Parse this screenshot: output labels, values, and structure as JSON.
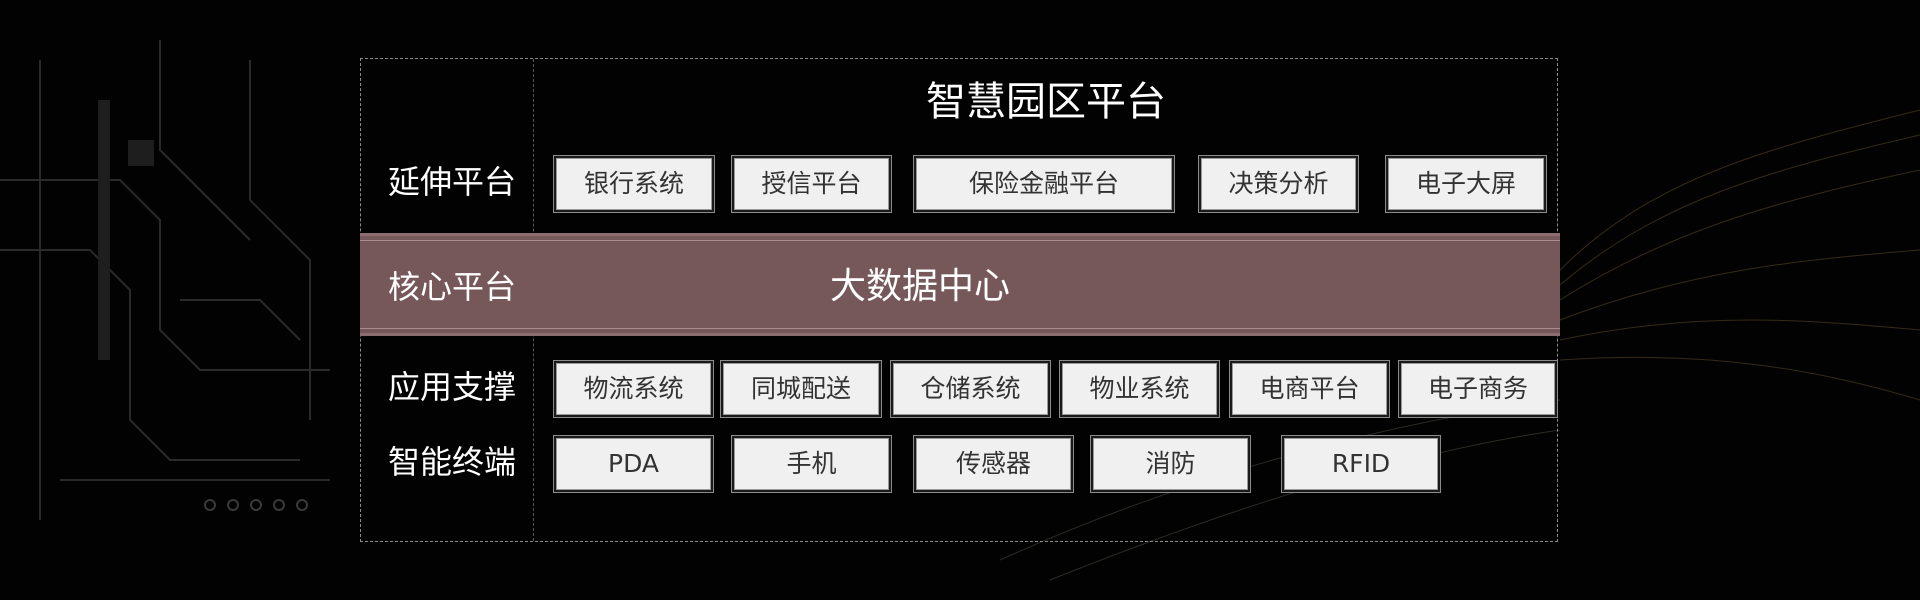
{
  "title": "智慧园区平台",
  "rows": {
    "extension": {
      "label": "延伸平台",
      "items": [
        "银行系统",
        "授信平台",
        "保险金融平台",
        "决策分析",
        "电子大屏"
      ]
    },
    "core": {
      "label": "核心平台",
      "center": "大数据中心"
    },
    "application": {
      "label": "应用支撑",
      "items": [
        "物流系统",
        "同城配送",
        "仓储系统",
        "物业系统",
        "电商平台",
        "电子商务"
      ]
    },
    "terminal": {
      "label": "智能终端",
      "items": [
        "PDA",
        "手机",
        "传感器",
        "消防",
        "RFID"
      ]
    }
  },
  "colors": {
    "background": "#020202",
    "band": "#77585a",
    "box": "#f0f0f0",
    "box_text": "#333333",
    "label_text": "#ffffff"
  }
}
